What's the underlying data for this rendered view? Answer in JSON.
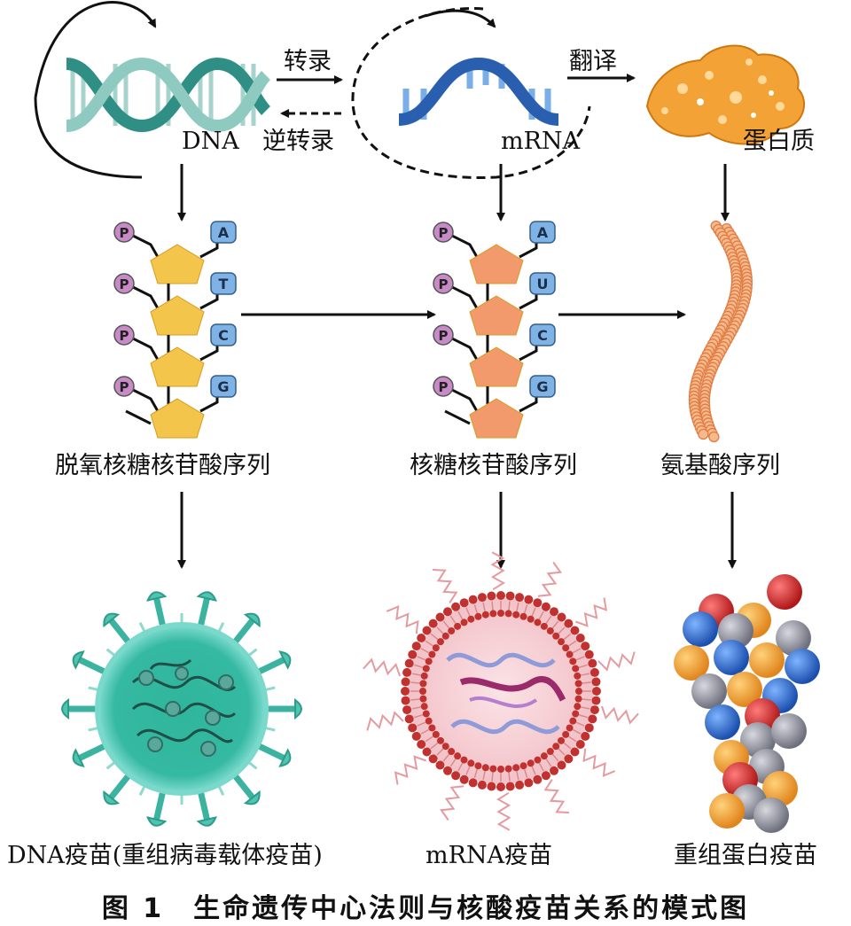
{
  "labels": {
    "dna": "DNA",
    "mrna": "mRNA",
    "protein": "蛋白质",
    "transcription": "转录",
    "reverse_transcription": "逆转录",
    "translation": "翻译",
    "deoxyribonucleotide_seq": "脱氧核糖核苷酸序列",
    "ribonucleotide_seq": "核糖核苷酸序列",
    "amino_acid_seq": "氨基酸序列",
    "dna_vaccine": "DNA疫苗(重组病毒载体疫苗)",
    "mrna_vaccine": "mRNA疫苗",
    "protein_vaccine": "重组蛋白疫苗"
  },
  "nucleotides": {
    "dna": {
      "phosphate": "P",
      "bases": [
        "A",
        "T",
        "C",
        "G"
      ]
    },
    "rna": {
      "phosphate": "P",
      "bases": [
        "A",
        "U",
        "C",
        "G"
      ]
    }
  },
  "caption": "图 1　生命遗传中心法则与核酸疫苗关系的模式图",
  "colors": {
    "dna_teal": "#5fb3a8",
    "mrna_blue": "#5b8fd0",
    "protein_orange": "#f0a030",
    "dna_sugar": "#f3c54a",
    "rna_sugar": "#f29a6b",
    "phosphate": "#c98bc8",
    "base_box": "#7fb3e6",
    "virus_green": "#3cbca5",
    "lipid_red": "#c0312f"
  }
}
